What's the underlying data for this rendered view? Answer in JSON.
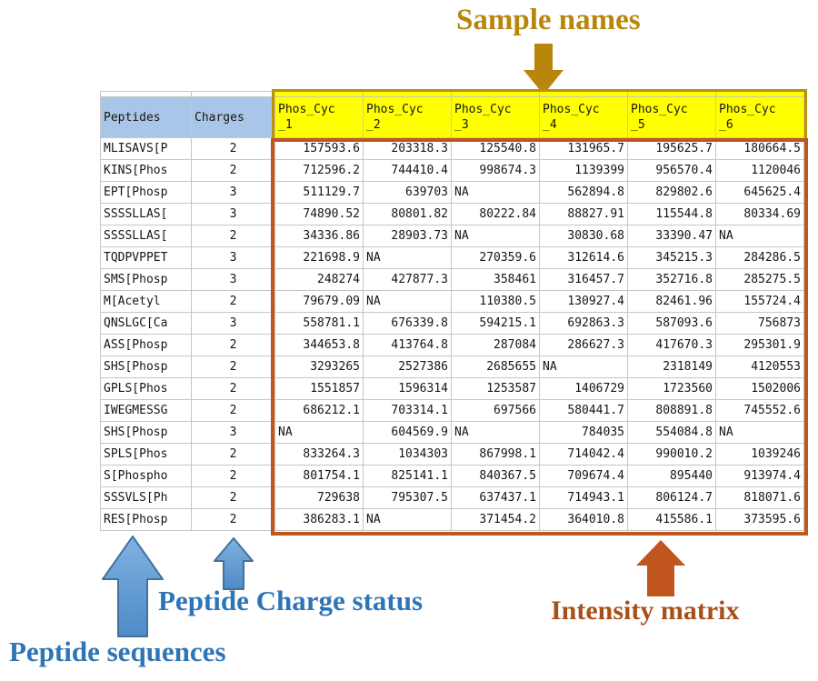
{
  "annotations": {
    "sample_names": "Sample names",
    "peptide_sequences": "Peptide sequences",
    "peptide_charge_status": "Peptide Charge status",
    "intensity_matrix": "Intensity matrix"
  },
  "colors": {
    "sample_names_text": "#B8860B",
    "sample_header_fill": "#FFFF00",
    "sample_header_border": "#BF9000",
    "intensity_matrix_border": "#C0551D",
    "intensity_matrix_text": "#A8501A",
    "blue_annotation_text": "#2E75B6",
    "blue_arrow_fill": "#5B9BD5",
    "blue_arrow_border": "#41719C",
    "peptide_header_fill": "#A9C6E8"
  },
  "table": {
    "columns": {
      "peptides": "Peptides",
      "charges": "Charges"
    },
    "sample_columns": [
      {
        "name": "Phos_Cyc_1",
        "line1": "Phos_Cyc",
        "line2": "_1"
      },
      {
        "name": "Phos_Cyc_2",
        "line1": "Phos_Cyc",
        "line2": "_2"
      },
      {
        "name": "Phos_Cyc_3",
        "line1": "Phos_Cyc",
        "line2": "_3"
      },
      {
        "name": "Phos_Cyc_4",
        "line1": "Phos_Cyc",
        "line2": "_4"
      },
      {
        "name": "Phos_Cyc_5",
        "line1": "Phos_Cyc",
        "line2": "_5"
      },
      {
        "name": "Phos_Cyc_6",
        "line1": "Phos_Cyc",
        "line2": "_6"
      }
    ],
    "rows": [
      {
        "peptide": "MLISAVS[P",
        "charge": "2",
        "values": [
          "157593.6",
          "203318.3",
          "125540.8",
          "131965.7",
          "195625.7",
          "180664.5"
        ]
      },
      {
        "peptide": "KINS[Phos",
        "charge": "2",
        "values": [
          "712596.2",
          "744410.4",
          "998674.3",
          "1139399",
          "956570.4",
          "1120046"
        ]
      },
      {
        "peptide": "EPT[Phosp",
        "charge": "3",
        "values": [
          "511129.7",
          "639703",
          "NA",
          "562894.8",
          "829802.6",
          "645625.4"
        ]
      },
      {
        "peptide": "SSSSLLAS[",
        "charge": "3",
        "values": [
          "74890.52",
          "80801.82",
          "80222.84",
          "88827.91",
          "115544.8",
          "80334.69"
        ]
      },
      {
        "peptide": "SSSSLLAS[",
        "charge": "2",
        "values": [
          "34336.86",
          "28903.73",
          "NA",
          "30830.68",
          "33390.47",
          "NA"
        ]
      },
      {
        "peptide": "TQDPVPPET",
        "charge": "3",
        "values": [
          "221698.9",
          "NA",
          "270359.6",
          "312614.6",
          "345215.3",
          "284286.5"
        ]
      },
      {
        "peptide": "SMS[Phosp",
        "charge": "3",
        "values": [
          "248274",
          "427877.3",
          "358461",
          "316457.7",
          "352716.8",
          "285275.5"
        ]
      },
      {
        "peptide": "M[Acetyl",
        "charge": "2",
        "values": [
          "79679.09",
          "NA",
          "110380.5",
          "130927.4",
          "82461.96",
          "155724.4"
        ]
      },
      {
        "peptide": "QNSLGC[Ca",
        "charge": "3",
        "values": [
          "558781.1",
          "676339.8",
          "594215.1",
          "692863.3",
          "587093.6",
          "756873"
        ]
      },
      {
        "peptide": "ASS[Phosp",
        "charge": "2",
        "values": [
          "344653.8",
          "413764.8",
          "287084",
          "286627.3",
          "417670.3",
          "295301.9"
        ]
      },
      {
        "peptide": "SHS[Phosp",
        "charge": "2",
        "values": [
          "3293265",
          "2527386",
          "2685655",
          "NA",
          "2318149",
          "4120553"
        ]
      },
      {
        "peptide": "GPLS[Phos",
        "charge": "2",
        "values": [
          "1551857",
          "1596314",
          "1253587",
          "1406729",
          "1723560",
          "1502006"
        ]
      },
      {
        "peptide": "IWEGMESSG",
        "charge": "2",
        "values": [
          "686212.1",
          "703314.1",
          "697566",
          "580441.7",
          "808891.8",
          "745552.6"
        ]
      },
      {
        "peptide": "SHS[Phosp",
        "charge": "3",
        "values": [
          "NA",
          "604569.9",
          "NA",
          "784035",
          "554084.8",
          "NA"
        ]
      },
      {
        "peptide": "SPLS[Phos",
        "charge": "2",
        "values": [
          "833264.3",
          "1034303",
          "867998.1",
          "714042.4",
          "990010.2",
          "1039246"
        ]
      },
      {
        "peptide": "S[Phospho",
        "charge": "2",
        "values": [
          "801754.1",
          "825141.1",
          "840367.5",
          "709674.4",
          "895440",
          "913974.4"
        ]
      },
      {
        "peptide": "SSSVLS[Ph",
        "charge": "2",
        "values": [
          "729638",
          "795307.5",
          "637437.1",
          "714943.1",
          "806124.7",
          "818071.6"
        ]
      },
      {
        "peptide": "RES[Phosp",
        "charge": "2",
        "values": [
          "386283.1",
          "NA",
          "371454.2",
          "364010.8",
          "415586.1",
          "373595.6"
        ]
      }
    ]
  }
}
